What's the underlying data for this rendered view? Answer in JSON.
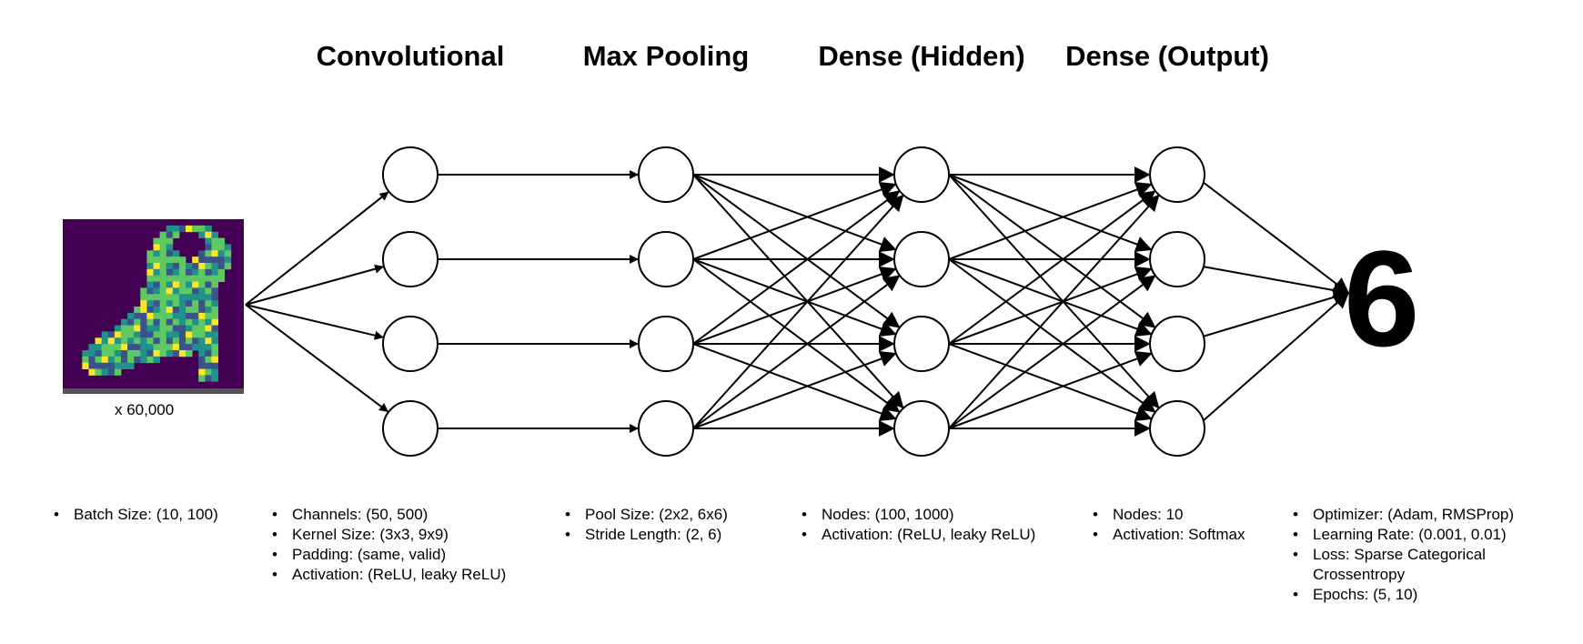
{
  "layers": [
    {
      "title": "Convolutional"
    },
    {
      "title": "Max Pooling"
    },
    {
      "title": "Dense (Hidden)"
    },
    {
      "title": "Dense (Output)"
    }
  ],
  "input": {
    "image_icon": "fashion-mnist-ankle-boot-image",
    "caption": "x 60,000"
  },
  "output": {
    "label": "6"
  },
  "params": {
    "input": [
      "Batch Size: (10, 100)"
    ],
    "conv": [
      "Channels: (50, 500)",
      "Kernel Size: (3x3, 9x9)",
      "Padding: (same, valid)",
      "Activation: (ReLU, leaky ReLU)"
    ],
    "pool": [
      "Pool Size: (2x2, 6x6)",
      "Stride Length: (2, 6)"
    ],
    "hidden": [
      "Nodes: (100, 1000)",
      "Activation: (ReLU, leaky ReLU)"
    ],
    "output_layer": [
      "Nodes: 10",
      "Activation: Softmax"
    ],
    "training": [
      "Optimizer: (Adam, RMSProp)",
      "Learning Rate: (0.001, 0.01)",
      "Loss: Sparse Categorical Crossentropy",
      "Epochs: (5, 10)"
    ]
  },
  "colors": {
    "image_background": "#440154",
    "image_palette": [
      "#440154",
      "#3b528b",
      "#21918c",
      "#5ec962",
      "#fde725"
    ]
  }
}
